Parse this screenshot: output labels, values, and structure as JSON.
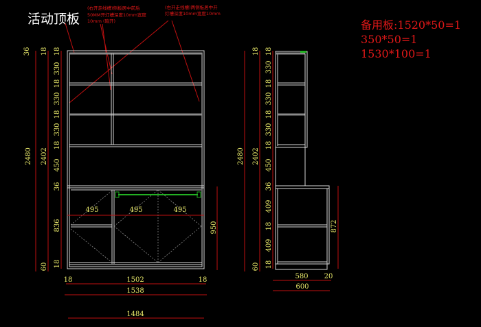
{
  "title": "活动顶板",
  "notes": [
    [
      "(右开走线槽)侧板居中前后",
      "50MM开灯槽深度10mm宽度",
      "10mm (暗开)"
    ],
    [
      "(右开走线槽)两侧板居中开",
      "灯槽深度10mm宽度10mm"
    ]
  ],
  "spare_boards": {
    "label": "备用板:1520*50=1",
    "items": [
      "350*50=1",
      "1530*100=1"
    ]
  },
  "front_view": {
    "overall_heights": [
      "2480",
      "2402"
    ],
    "left_top": [
      "36",
      "18"
    ],
    "sections": [
      "18",
      "330",
      "18",
      "330",
      "18",
      "330",
      "18",
      "450",
      "36",
      "836",
      "18"
    ],
    "base": "60",
    "lower_height": "950",
    "compartments": [
      "495",
      "495",
      "495"
    ],
    "widths": [
      "18",
      "1502",
      "18"
    ],
    "total_width": "1538",
    "inner_width": "1484"
  },
  "side_view": {
    "overall_heights": [
      "2480",
      "2402"
    ],
    "top": "18",
    "sections": [
      "18",
      "330",
      "18",
      "330",
      "18",
      "330",
      "18",
      "450",
      "36",
      "409",
      "18",
      "409",
      "18"
    ],
    "base": "60",
    "lower_height": "872",
    "depths": [
      "580",
      "20"
    ],
    "total_depth": "600"
  },
  "colors": {
    "dimension": "#e8e86a",
    "leader": "#c01010",
    "rod": "#22b022",
    "board": "#d8d8d8"
  }
}
